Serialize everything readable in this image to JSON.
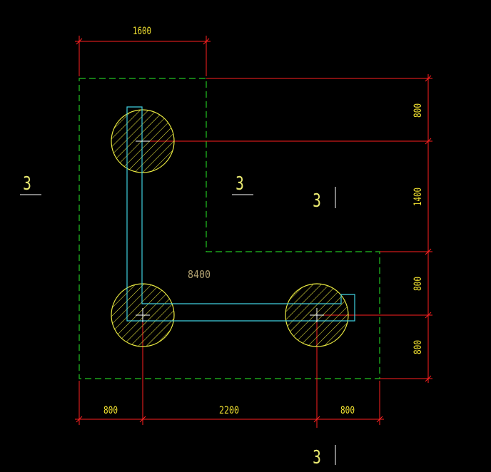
{
  "colors": {
    "background": "#000000",
    "outline": "#22c322",
    "dimension": "#ff2020",
    "dim_text": "#f0e030",
    "pile": "#e8e840",
    "beam": "#40d0e0",
    "label": "#e8e870",
    "total": "#b0a070"
  },
  "dimensions": {
    "top_width": "1600",
    "right_upper": "800",
    "right_middle": "1400",
    "right_lower_a": "800",
    "right_lower_b": "800",
    "bottom_left": "800",
    "bottom_middle": "2200",
    "bottom_right": "800"
  },
  "total_length": "8400",
  "section_labels": {
    "left_upper": "3",
    "middle_upper": "3",
    "right_upper": "3",
    "bottom": "3"
  }
}
